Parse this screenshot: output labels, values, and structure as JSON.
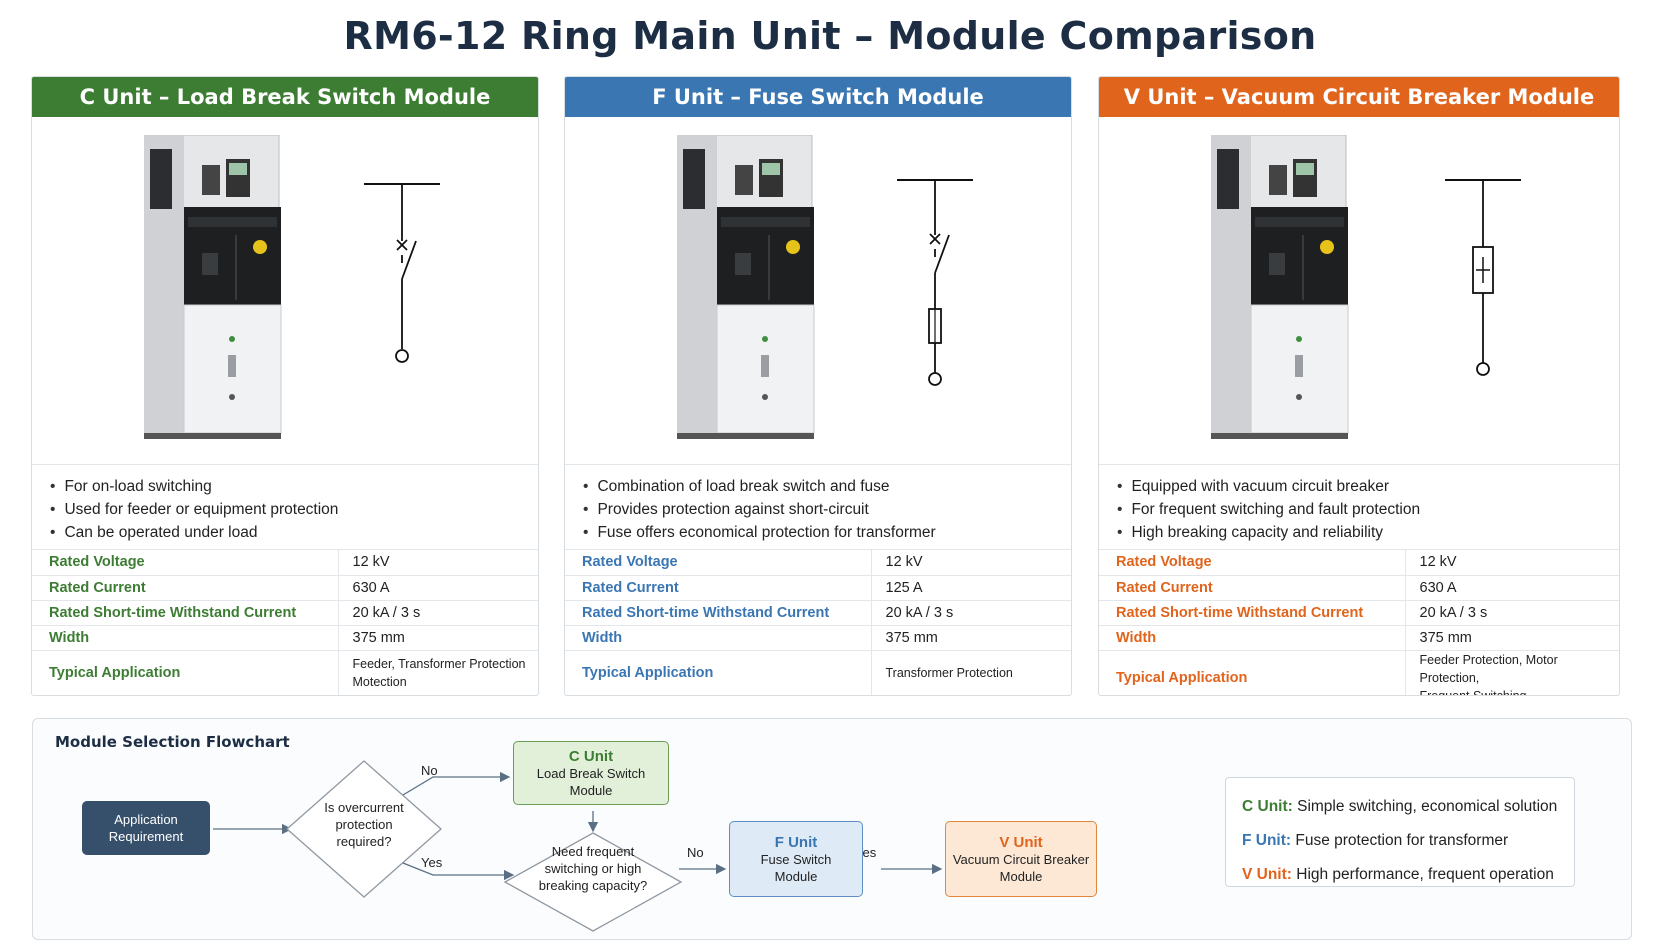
{
  "title": "RM6-12 Ring Main Unit – Module Comparison",
  "colors": {
    "c": "#3d7d33",
    "f": "#3a76b2",
    "v": "#e0641c",
    "navy": "#36506b"
  },
  "panels": [
    {
      "header": "C Unit – Load Break Switch Module",
      "bullets": [
        "For on-load switching",
        "Used for feeder or equipment protection",
        "Can be operated under load"
      ],
      "specs": [
        {
          "label": "Rated Voltage",
          "value": "12 kV"
        },
        {
          "label": "Rated Current",
          "value": "630 A"
        },
        {
          "label": "Rated Short-time Withstand Current",
          "value": "20 kA / 3 s"
        },
        {
          "label": "Width",
          "value": "375 mm"
        },
        {
          "label": "Typical Application",
          "value": "Feeder, Transformer Protection\nMotection"
        }
      ]
    },
    {
      "header": "F Unit – Fuse Switch Module",
      "bullets": [
        "Combination of load break switch and fuse",
        "Provides protection against short-circuit",
        "Fuse offers economical protection for transformer"
      ],
      "specs": [
        {
          "label": "Rated Voltage",
          "value": "12 kV"
        },
        {
          "label": "Rated Current",
          "value": "125 A"
        },
        {
          "label": "Rated Short-time Withstand Current",
          "value": "20 kA / 3 s"
        },
        {
          "label": "Width",
          "value": "375 mm"
        },
        {
          "label": "Typical Application",
          "value": "Transformer Protection"
        }
      ]
    },
    {
      "header": "V Unit – Vacuum Circuit Breaker Module",
      "bullets": [
        "Equipped with vacuum circuit breaker",
        "For frequent switching and fault protection",
        "High breaking capacity and reliability"
      ],
      "specs": [
        {
          "label": "Rated Voltage",
          "value": "12 kV"
        },
        {
          "label": "Rated Current",
          "value": "630 A"
        },
        {
          "label": "Rated Short-time Withstand Current",
          "value": "20 kA / 3 s"
        },
        {
          "label": "Width",
          "value": "375 mm"
        },
        {
          "label": "Typical Application",
          "value": "Feeder Protection, Motor Protection,\nFrequent Switching"
        }
      ]
    }
  ],
  "flowchart": {
    "title": "Module Selection Flowchart",
    "start": "Application\nRequirement",
    "decision1": "Is overcurrent\nprotection\nrequired?",
    "decision2": "Need frequent\nswitching or high\nbreaking capacity?",
    "no": "No",
    "yes": "Yes",
    "c_node": {
      "title": "C Unit",
      "sub": "Load Break Switch\nModule"
    },
    "f_node": {
      "title": "F Unit",
      "sub": "Fuse Switch\nModule"
    },
    "v_node": {
      "title": "V Unit",
      "sub": "Vacuum Circuit Breaker\nModule"
    },
    "legend": [
      {
        "key": "C Unit:",
        "text": " Simple switching, economical solution"
      },
      {
        "key": "F Unit:",
        "text": " Fuse protection for transformer"
      },
      {
        "key": "V Unit:",
        "text": " High performance, frequent operation"
      }
    ]
  }
}
